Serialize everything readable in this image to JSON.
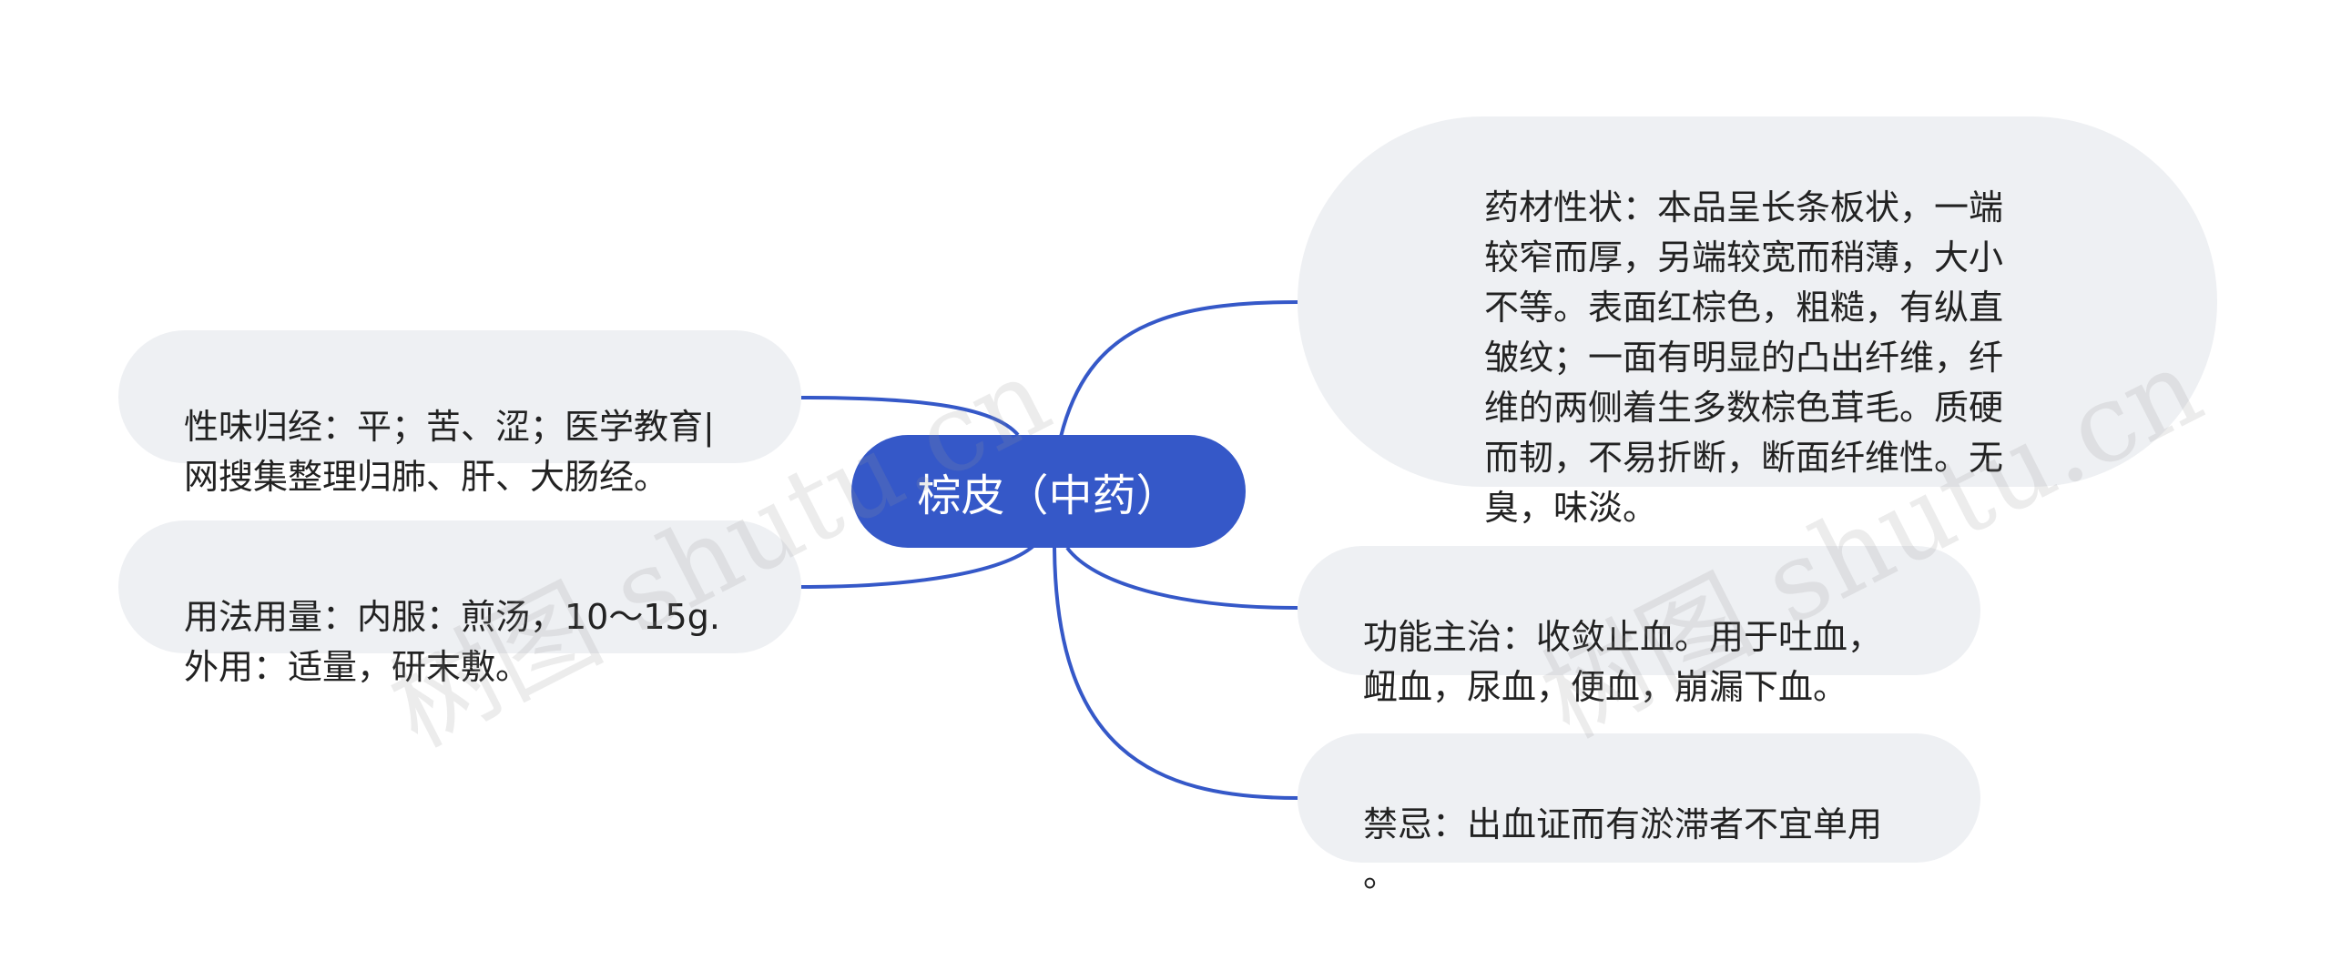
{
  "root": {
    "label": "棕皮（中药）"
  },
  "left_nodes": [
    {
      "text": "性味归经：平；苦、涩；医学教育|\n网搜集整理归肺、肝、大肠经。"
    },
    {
      "text": "用法用量：内服：煎汤，10～15g.\n外用：适量，研末敷。"
    }
  ],
  "right_nodes": [
    {
      "text": "药材性状：本品呈长条板状，一端\n较窄而厚，另端较宽而稍薄，大小\n不等。表面红棕色，粗糙，有纵直\n皱纹；一面有明显的凸出纤维，纤\n维的两侧着生多数棕色茸毛。质硬\n而韧，不易折断，断面纤维性。无\n臭，味淡。"
    },
    {
      "text": "功能主治：收敛止血。用于吐血，\n衄血，尿血，便血，崩漏下血。"
    },
    {
      "text": "禁忌：出血证而有淤滞者不宜单用\n。"
    }
  ],
  "watermarks": [
    "树图 shutu.cn",
    "树图 shutu.cn"
  ],
  "colors": {
    "root_fill": "#3558c8",
    "connector": "#3558c8",
    "node_fill": "#eef0f3"
  }
}
